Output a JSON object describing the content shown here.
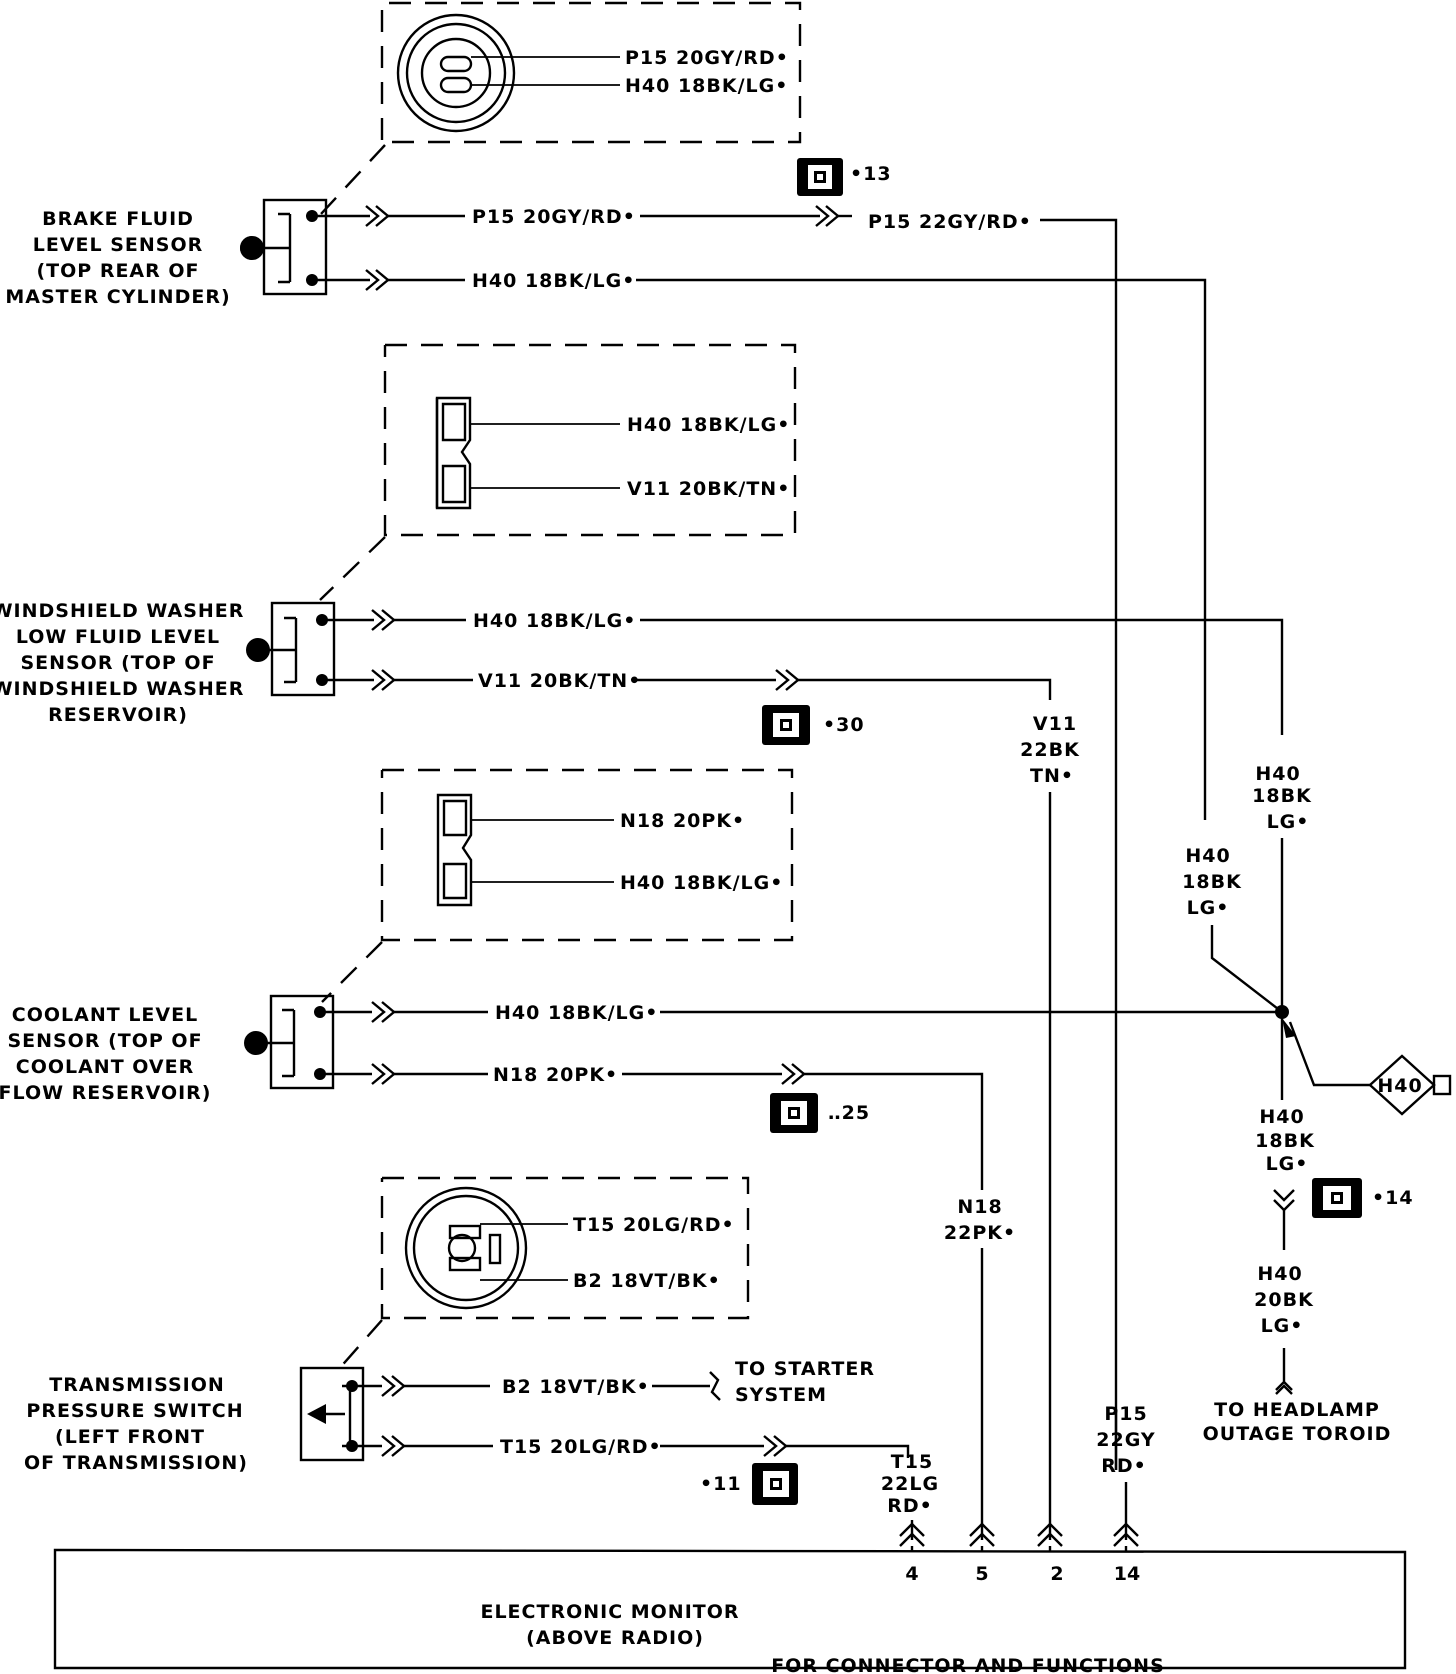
{
  "components": {
    "brake_fluid": [
      "BRAKE FLUID",
      "LEVEL SENSOR",
      "(TOP REAR OF",
      "MASTER CYLINDER)"
    ],
    "washer": [
      "WINDSHIELD WASHER",
      "LOW FLUID LEVEL",
      "SENSOR (TOP OF",
      "WINDSHIELD WASHER",
      "RESERVOIR)"
    ],
    "coolant": [
      "COOLANT LEVEL",
      "SENSOR (TOP OF",
      "COOLANT OVER",
      "FLOW RESERVOIR)"
    ],
    "transmission": [
      "TRANSMISSION",
      "PRESSURE SWITCH",
      "(LEFT FRONT",
      "OF TRANSMISSION)"
    ]
  },
  "inset_labels": {
    "brake_p15": "P15 20GY/RD•",
    "brake_h40": "H40 18BK/LG•",
    "washer_h40": "H40 18BK/LG•",
    "washer_v11": "V11 20BK/TN•",
    "coolant_n18": "N18 20PK•",
    "coolant_h40": "H40 18BK/LG•",
    "trans_t15": "T15 20LG/RD•",
    "trans_b2": "B2 18VT/BK•"
  },
  "wire_labels": {
    "brake_p15": "P15 20GY/RD•",
    "brake_h40": "H40 18BK/LG•",
    "p15_22": "P15 22GY/RD•",
    "washer_h40": "H40 18BK/LG•",
    "washer_v11": "V11 20BK/TN•",
    "coolant_h40": "H40 18BK/LG•",
    "coolant_n18": "N18 20PK•",
    "trans_b2": "B2 18VT/BK•",
    "trans_t15": "T15 20LG/RD•"
  },
  "vertical_labels": {
    "v11": [
      "V11",
      "22BK",
      "TN•"
    ],
    "n18": [
      "N18",
      "22PK•"
    ],
    "t15": [
      "T15",
      "22LG",
      "RD•"
    ],
    "p15": [
      "P15",
      "22GY",
      "RD•"
    ],
    "h40_a": [
      "H40",
      "18BK",
      "LG•"
    ],
    "h40_b": [
      "H40",
      "18BK",
      "LG•"
    ],
    "h40_c": [
      "H40",
      "18BK",
      "LG•"
    ],
    "h40_d": [
      "H40",
      "20BK",
      "LG•"
    ]
  },
  "splices": {
    "s13": "•13",
    "s30": "•30",
    "s25": "‥25",
    "s14": "•14",
    "s11": "•11"
  },
  "misc": {
    "starter": [
      "TO STARTER",
      "SYSTEM"
    ],
    "headlamp": [
      "TO HEADLAMP",
      "OUTAGE TOROID"
    ],
    "diamond": "H40"
  },
  "monitor": {
    "title": [
      "ELECTRONIC MONITOR",
      "(ABOVE RADIO)"
    ],
    "note": "FOR CONNECTOR AND FUNCTIONS",
    "pins": [
      "4",
      "5",
      "2",
      "14"
    ]
  }
}
